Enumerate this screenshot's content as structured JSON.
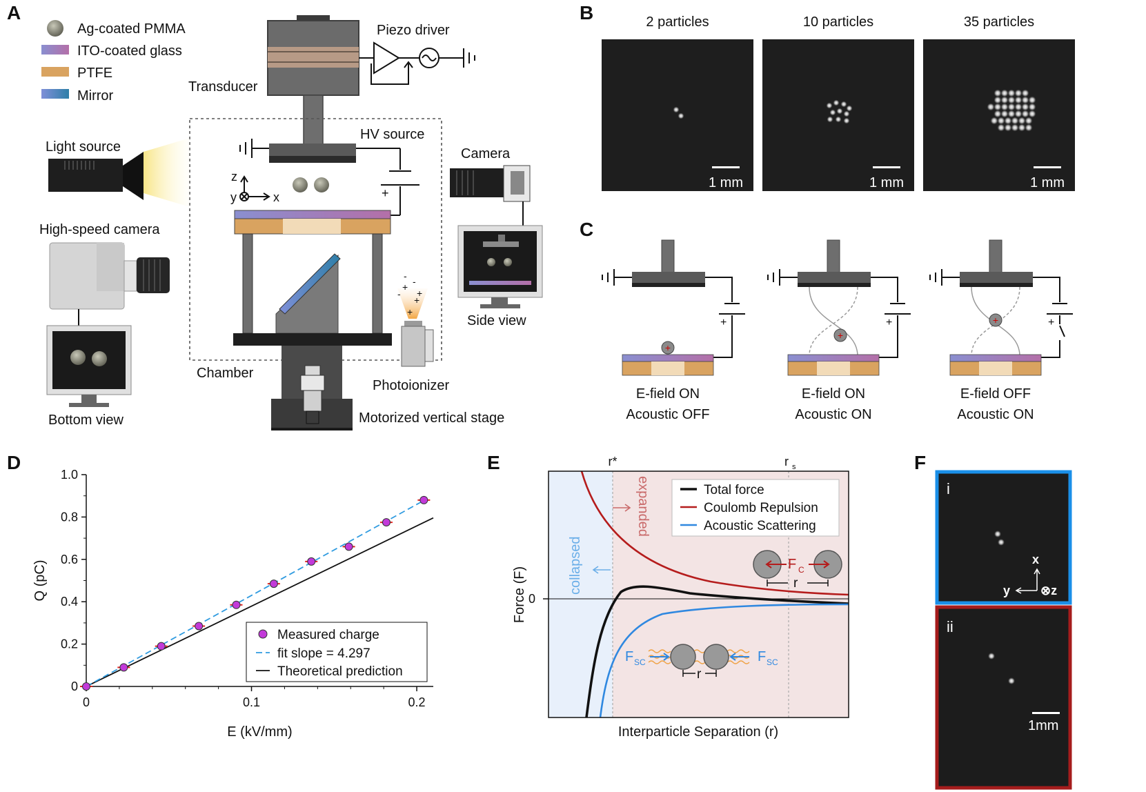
{
  "panels": {
    "A": {
      "letter": "A",
      "legend": [
        {
          "label": "Ag-coated PMMA",
          "color": "#6f6f5f"
        },
        {
          "label": "ITO-coated glass",
          "color": "#9a7fb8"
        },
        {
          "label": "PTFE",
          "color": "#d9a360"
        },
        {
          "label": "Mirror",
          "color": "#3a86b8"
        }
      ],
      "labels": {
        "piezo": "Piezo driver",
        "transducer": "Transducer",
        "hv": "HV source",
        "light": "Light source",
        "camera": "Camera",
        "hs_camera": "High-speed camera",
        "side_view": "Side view",
        "bottom_view": "Bottom view",
        "chamber": "Chamber",
        "photoionizer": "Photoionizer",
        "stage": "Motorized vertical stage",
        "axis_z": "z",
        "axis_x": "x",
        "axis_y": "y",
        "plus": "+"
      }
    },
    "B": {
      "letter": "B",
      "images": [
        {
          "title": "2 particles",
          "scale": "1 mm",
          "count": 2
        },
        {
          "title": "10 particles",
          "scale": "1 mm",
          "count": 10
        },
        {
          "title": "35 particles",
          "scale": "1 mm",
          "count": 35
        }
      ]
    },
    "C": {
      "letter": "C",
      "states": [
        {
          "line1": "E-field ON",
          "line2": "Acoustic OFF"
        },
        {
          "line1": "E-field ON",
          "line2": "Acoustic ON"
        },
        {
          "line1": "E-field OFF",
          "line2": "Acoustic ON"
        }
      ]
    },
    "D": {
      "letter": "D",
      "legend": {
        "measured": "Measured charge",
        "fit": "fit slope = 4.297",
        "theory": "Theoretical prediction"
      }
    },
    "E": {
      "letter": "E",
      "ylabel": "Force (F)",
      "xlabel": "Interparticle Separation (r)",
      "zero": "0",
      "rstar": "r*",
      "rs": "r",
      "rs_sub": "s",
      "collapsed": "collapsed",
      "expanded": "expanded",
      "legend": [
        "Total force",
        "Coulomb Repulsion",
        "Acoustic Scattering"
      ],
      "fc": "F",
      "fc_sub": "C",
      "fsc": "F",
      "fsc_sub": "SC",
      "r": "r"
    },
    "F": {
      "letter": "F",
      "top": "i",
      "bottom": "ii",
      "axis_x": "x",
      "axis_y": "y",
      "axis_z": "⊗z",
      "scale": "1mm"
    }
  },
  "chart_data": {
    "type": "scatter",
    "xlabel": "E (kV/mm)",
    "ylabel": "Q (pC)",
    "xlim": [
      0,
      0.21
    ],
    "ylim": [
      0,
      1.0
    ],
    "xticks": [
      0,
      0.1,
      0.2
    ],
    "xtick_labels": [
      "0",
      "0.1",
      "0.2"
    ],
    "yticks": [
      0,
      0.2,
      0.4,
      0.6,
      0.8,
      1.0
    ],
    "ytick_labels": [
      "0",
      "0.2",
      "0.4",
      "0.6",
      "0.8",
      "1.0"
    ],
    "series": [
      {
        "name": "Measured charge",
        "kind": "points",
        "color": "#c23ad9",
        "x": [
          0,
          0.0227,
          0.0454,
          0.0681,
          0.0908,
          0.1135,
          0.1362,
          0.1589,
          0.1816,
          0.2043
        ],
        "y": [
          0,
          0.09,
          0.19,
          0.285,
          0.385,
          0.485,
          0.59,
          0.66,
          0.775,
          0.88
        ]
      },
      {
        "name": "fit slope = 4.297",
        "kind": "dashed",
        "color": "#2f9be0",
        "slope": 4.297
      },
      {
        "name": "Theoretical prediction",
        "kind": "line",
        "color": "#111111",
        "slope": 3.79
      }
    ],
    "legend_position": "bottom-right"
  }
}
